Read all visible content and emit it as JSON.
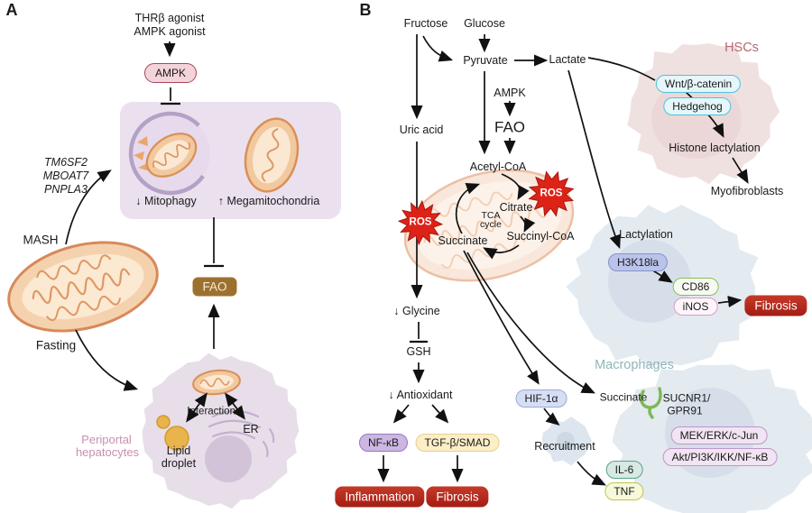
{
  "panelA": {
    "label": "A",
    "thrb_agonist": "THRβ agonist",
    "ampk_agonist": "AMPK agonist",
    "ampk": "AMPK",
    "genes": [
      "TM6SF2",
      "MBOAT7",
      "PNPLA3"
    ],
    "mitophagy": "↓ Mitophagy",
    "megamitochondria": "↑ Megamitochondria",
    "mash": "MASH",
    "fasting": "Fasting",
    "fao": "FAO",
    "interactions": "Interactions",
    "er": "ER",
    "lipid_droplet_line1": "Lipid",
    "lipid_droplet_line2": "droplet",
    "periportal_line1": "Periportal",
    "periportal_line2": "hepatocytes"
  },
  "panelB": {
    "label": "B",
    "fructose": "Fructose",
    "glucose": "Glucose",
    "pyruvate": "Pyruvate",
    "lactate": "Lactate",
    "ampk": "AMPK",
    "fao": "FAO",
    "uric_acid": "Uric acid",
    "acetyl_coa": "Acetyl-CoA",
    "citrate": "Citrate",
    "tca_line1": "TCA",
    "tca_line2": "cycle",
    "succinyl_coa": "Succinyl-CoA",
    "succinate": "Succinate",
    "ros": "ROS",
    "glycine": "↓ Glycine",
    "gsh": "GSH",
    "antioxidant": "↓ Antioxidant",
    "nfkb": "NF-κB",
    "tgfb_smad": "TGF-β/SMAD",
    "inflammation": "Inflammation",
    "fibrosis": "Fibrosis",
    "hif1a": "HIF-1α",
    "recruitment": "Recruitment",
    "il6": "IL-6",
    "tnf": "TNF",
    "succinate_ext": "Succinate",
    "sucnr1_line1": "SUCNR1/",
    "sucnr1_line2": "GPR91",
    "mek_erk": "MEK/ERK/c-Jun",
    "akt_pi3k": "Akt/PI3K/IKK/NF-κB",
    "hscs": "HSCs",
    "wnt": "Wnt/β-catenin",
    "hedgehog": "Hedgehog",
    "histone_lactylation": "Histone lactylation",
    "myofibroblasts": "Myofibroblasts",
    "lactylation": "Lactylation",
    "h3k18la": "H3K18la",
    "cd86": "CD86",
    "inos": "iNOS",
    "macrophages": "Macrophages"
  },
  "colors": {
    "ampk_pill_border": "#a84562",
    "fao_box": "#9c7130",
    "outcome_red": "#b5271d",
    "ros_red": "#dd2318",
    "mito_orange": "#da8f58",
    "hepatocyte_box": "#ebe1ee",
    "hsc_cell": "#f0e1e1",
    "macrophage_cell": "#e3eaf0",
    "receptor_green": "#7db954",
    "hsc_label": "#b5686f",
    "macrophage_label": "#90b5bb",
    "periportal_label": "#c98fae"
  }
}
